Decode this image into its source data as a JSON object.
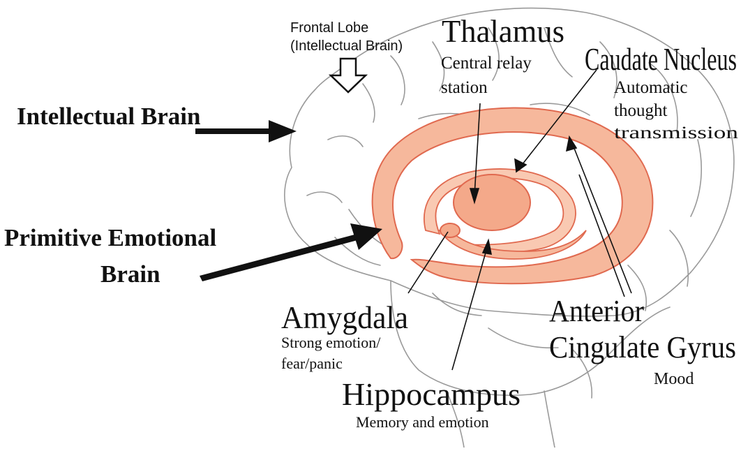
{
  "labels": {
    "frontal_lobe_line1": "Frontal Lobe",
    "frontal_lobe_line2": "(Intellectual Brain)",
    "intellectual_brain": "Intellectual Brain",
    "primitive_line1": "Primitive Emotional",
    "primitive_line2": "Brain",
    "thalamus_title": "Thalamus",
    "thalamus_desc1": "Central relay",
    "thalamus_desc2": "station",
    "caudate_title": "Caudate Nucleus",
    "caudate_desc1": "Automatic",
    "caudate_desc2": "thought",
    "caudate_desc3": "transmission",
    "amygdala_title": "Amygdala",
    "amygdala_desc1": "Strong emotion/",
    "amygdala_desc2": "fear/panic",
    "hippocampus_title": "Hippocampus",
    "hippocampus_desc": "Memory and emotion",
    "anterior_line1": "Anterior",
    "anterior_line2": "Cingulate Gyrus",
    "anterior_desc": "Mood"
  },
  "colors": {
    "limbic_fill": "#f6b89c",
    "limbic_stroke": "#e0694f",
    "brain_outline": "#9a9a9a",
    "text": "#111111"
  },
  "icons": {
    "frontal_arrow": "hollow-down-arrow-icon"
  }
}
